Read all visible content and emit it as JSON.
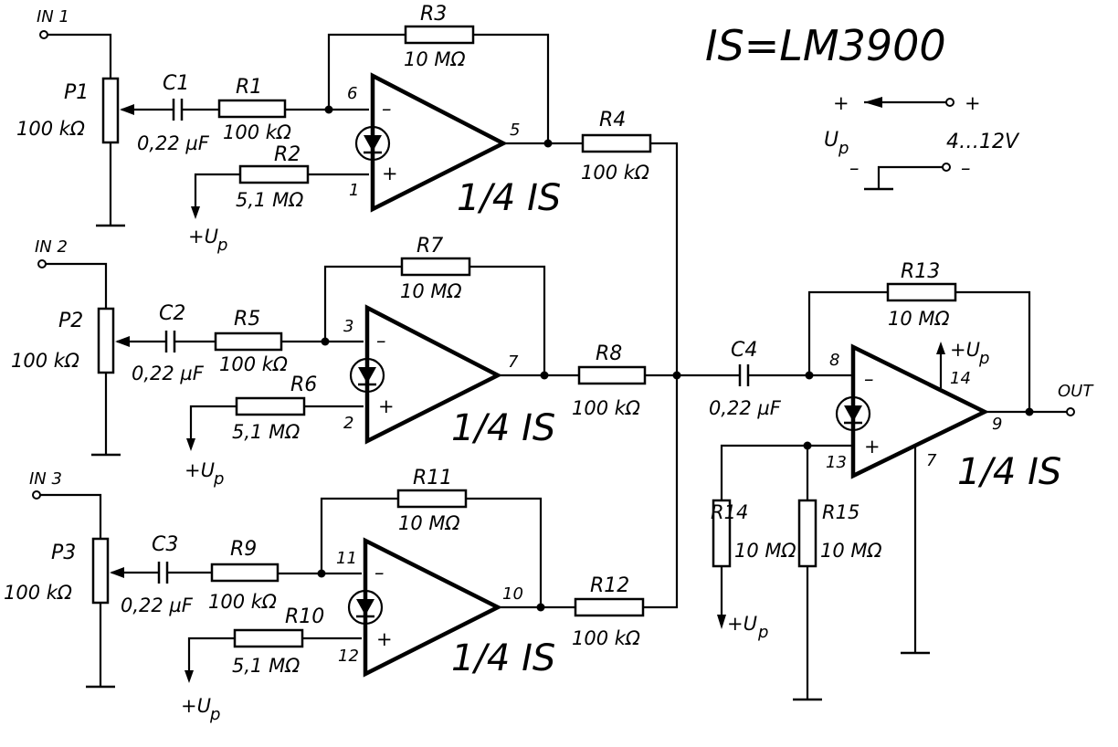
{
  "title": "IS=LM3900",
  "supply": {
    "plus_left": "+",
    "plus_right": "+",
    "minus_left": "–",
    "minus_right": "–",
    "name": "U",
    "sub": "p",
    "range": "4…12V"
  },
  "inputs": [
    "IN 1",
    "IN 2",
    "IN 3"
  ],
  "output": "OUT",
  "amp_label": "1/4 IS",
  "up_label": "+U",
  "up_sub": "p",
  "opamp_signs": {
    "minus": "–",
    "plus": "+"
  },
  "parts": {
    "P1": {
      "name": "P1",
      "value": "100 kΩ"
    },
    "P2": {
      "name": "P2",
      "value": "100 kΩ"
    },
    "P3": {
      "name": "P3",
      "value": "100 kΩ"
    },
    "C1": {
      "name": "C1",
      "value": "0,22 µF"
    },
    "C2": {
      "name": "C2",
      "value": "0,22 µF"
    },
    "C3": {
      "name": "C3",
      "value": "0,22 µF"
    },
    "C4": {
      "name": "C4",
      "value": "0,22 µF"
    },
    "R1": {
      "name": "R1",
      "value": "100 kΩ"
    },
    "R2": {
      "name": "R2",
      "value": "5,1 MΩ"
    },
    "R3": {
      "name": "R3",
      "value": "10 MΩ"
    },
    "R4": {
      "name": "R4",
      "value": "100 kΩ"
    },
    "R5": {
      "name": "R5",
      "value": "100 kΩ"
    },
    "R6": {
      "name": "R6",
      "value": "5,1 MΩ"
    },
    "R7": {
      "name": "R7",
      "value": "10 MΩ"
    },
    "R8": {
      "name": "R8",
      "value": "100 kΩ"
    },
    "R9": {
      "name": "R9",
      "value": "100 kΩ"
    },
    "R10": {
      "name": "R10",
      "value": "5,1 MΩ"
    },
    "R11": {
      "name": "R11",
      "value": "10 MΩ"
    },
    "R12": {
      "name": "R12",
      "value": "100 kΩ"
    },
    "R13": {
      "name": "R13",
      "value": "10 MΩ"
    },
    "R14": {
      "name": "R14",
      "value": "10 MΩ"
    },
    "R15": {
      "name": "R15",
      "value": "10 MΩ"
    }
  },
  "pins": {
    "p1": "1",
    "p2": "2",
    "p3": "3",
    "p5": "5",
    "p6": "6",
    "p7": "7",
    "p8": "8",
    "p9": "9",
    "p10": "10",
    "p11": "11",
    "p12": "12",
    "p13": "13",
    "p14": "14",
    "p7b": "7"
  }
}
